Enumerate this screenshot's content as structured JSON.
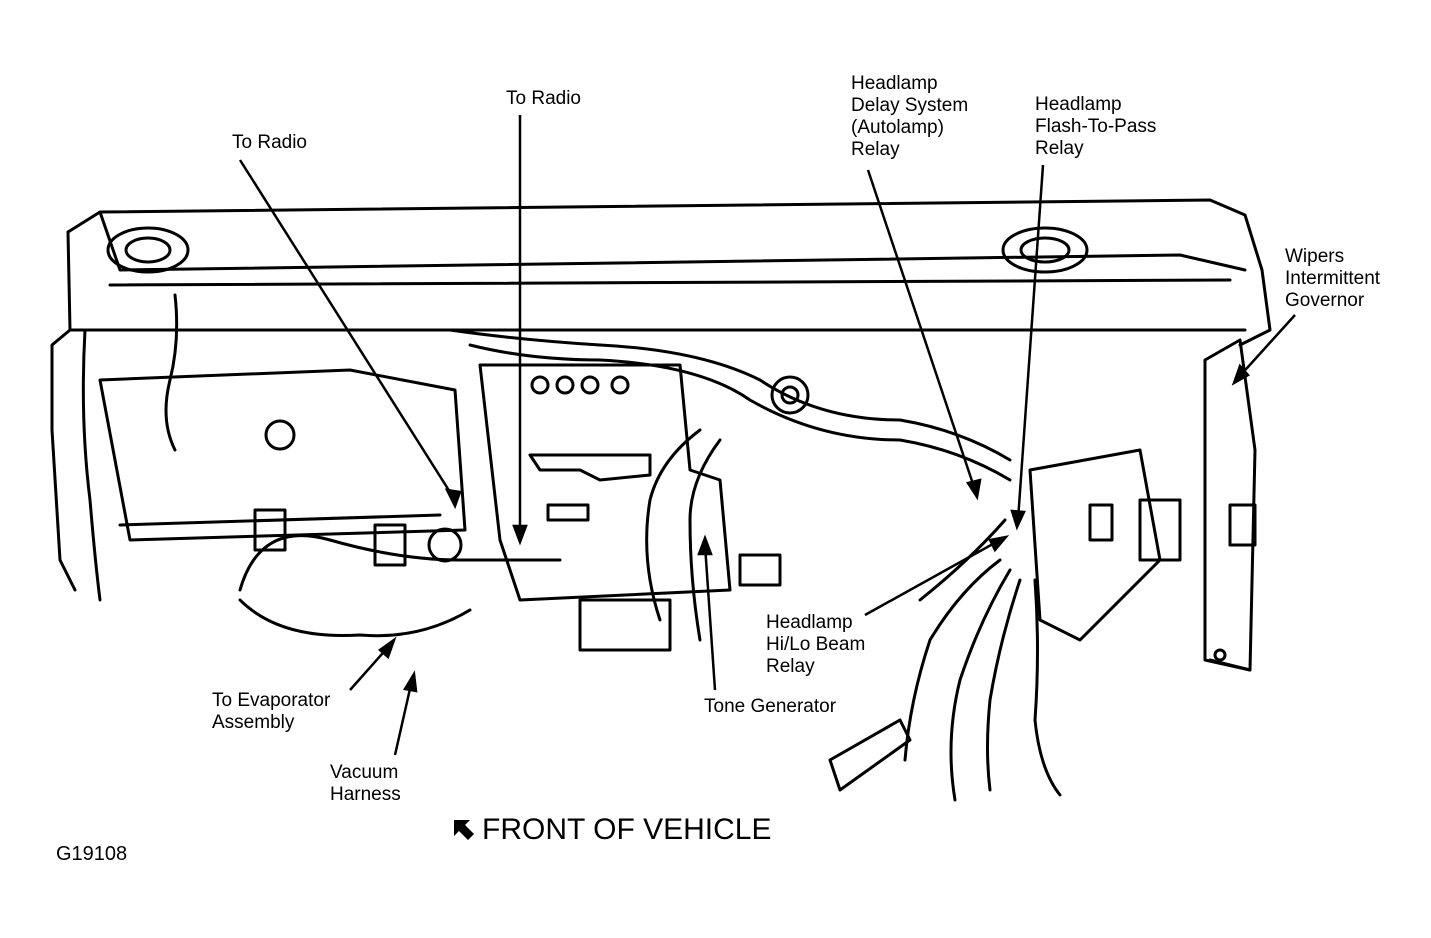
{
  "labels": {
    "to_radio_left": [
      "To Radio"
    ],
    "to_radio_center": [
      "To Radio"
    ],
    "headlamp_delay": [
      "Headlamp",
      "Delay System",
      "(Autolamp)",
      "Relay"
    ],
    "headlamp_flash": [
      "Headlamp",
      "Flash-To-Pass",
      "Relay"
    ],
    "wipers": [
      "Wipers",
      "Intermittent",
      "Governor"
    ],
    "headlamp_hilo": [
      "Headlamp",
      "Hi/Lo Beam",
      "Relay"
    ],
    "to_evaporator": [
      "To Evaporator",
      "Assembly"
    ],
    "vacuum_harness": [
      "Vacuum",
      "Harness"
    ],
    "tone_generator": [
      "Tone Generator"
    ]
  },
  "footer": {
    "front_of_vehicle": "FRONT OF VEHICLE",
    "figure_code": "G19108"
  },
  "icons": {
    "front_arrow": "arrow-up-left-icon"
  },
  "colors": {
    "ink": "#000000",
    "paper": "#ffffff"
  }
}
